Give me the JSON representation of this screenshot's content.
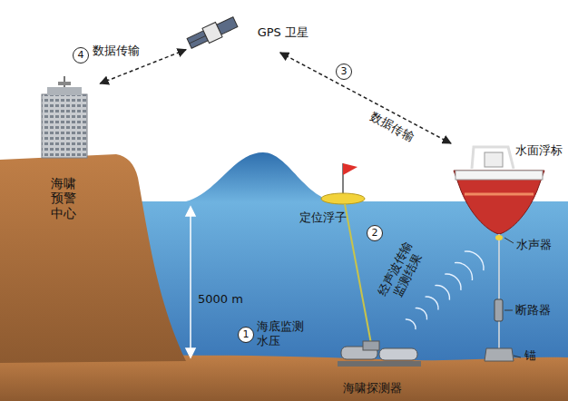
{
  "diagram": {
    "nodes": [
      {
        "text": [
          "GPS 卫星"
        ]
      },
      {
        "text": [
          "海啸 预警 中心"
        ]
      },
      {
        "text": [
          "水面浮标"
        ]
      },
      {
        "text": [
          "海啸探测器"
        ]
      }
    ],
    "edges": [
      {
        "from": 0,
        "to": 1,
        "arrow": "both",
        "label": "数据传输"
      },
      {
        "from": 2,
        "to": 0,
        "arrow": "both",
        "label": "数据传输"
      }
    ],
    "labels": [
      "4",
      "3",
      "定位浮子",
      "2",
      "经声波传输 监测结果",
      "5000 m",
      "1",
      "海底监测 水压",
      "水声器",
      "断路器",
      "锚"
    ]
  }
}
